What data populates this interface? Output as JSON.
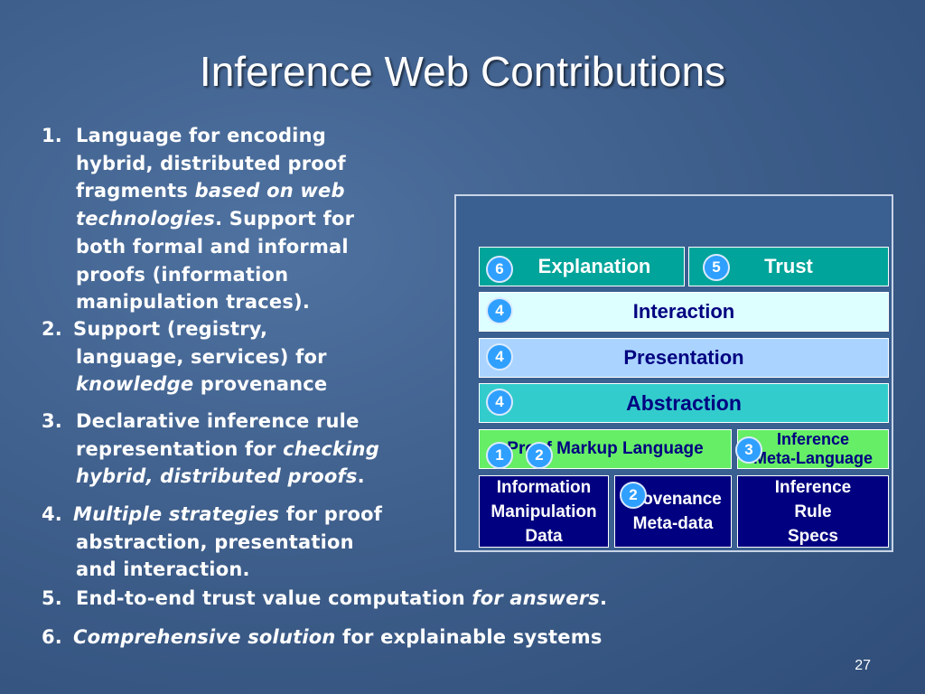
{
  "slide": {
    "title": "Inference Web Contributions",
    "page_number": "27"
  },
  "items": [
    {
      "number": "1.",
      "lines": [
        "Language for encoding",
        "hybrid, distributed proof",
        "fragments "
      ],
      "italic_a": "based on web",
      "italic_b": "technologies",
      "rest_b": ". Support for",
      "lines2": [
        "both formal and informal",
        "proofs (information",
        "manipulation traces)."
      ]
    },
    {
      "number": "2.",
      "line1": "Support (registry,",
      "line2": "language, services) for",
      "italic": "knowledge",
      "rest": " provenance"
    },
    {
      "number": "3.",
      "line1": "Declarative inference rule",
      "line2a": "representation for ",
      "italic2": "checking",
      "italic3": "hybrid, distributed proofs",
      "rest3": "."
    },
    {
      "number": "4.",
      "italic": "Multiple strategies",
      "rest": " for proof",
      "line2": "abstraction, presentation",
      "line3": "and interaction."
    },
    {
      "number": "5.",
      "text": "End-to-end trust value computation ",
      "italic": "for answers",
      "rest": "."
    },
    {
      "number": "6.",
      "italic": "Comprehensive solution",
      "rest": " for explainable systems"
    }
  ],
  "diagram": {
    "explanation": "Explanation",
    "trust": "Trust",
    "interaction": "Interaction",
    "presentation": "Presentation",
    "abstraction": "Abstraction",
    "proof_markup": "Proof Markup Language",
    "inference_meta_1": "Inference",
    "inference_meta_2": "Meta-Language",
    "info_1": "Information",
    "info_2": "Manipulation",
    "info_3": "Data",
    "prov_1": "Provenance",
    "prov_2": "Meta-data",
    "rule_1": "Inference",
    "rule_2": "Rule",
    "rule_3": "Specs",
    "badges": {
      "explanation": "6",
      "trust": "5",
      "interaction": "4",
      "presentation": "4",
      "abstraction": "4",
      "pml_a": "1",
      "pml_b": "2",
      "meta": "3",
      "prov": "2"
    },
    "colors": {
      "explanation_bg": "#00a49a",
      "interaction_bg": "#ddffff",
      "presentation_bg": "#aad4ff",
      "abstraction_bg": "#33cccc",
      "pml_bg": "#66ee66",
      "bottom_bg": "#000080"
    }
  }
}
